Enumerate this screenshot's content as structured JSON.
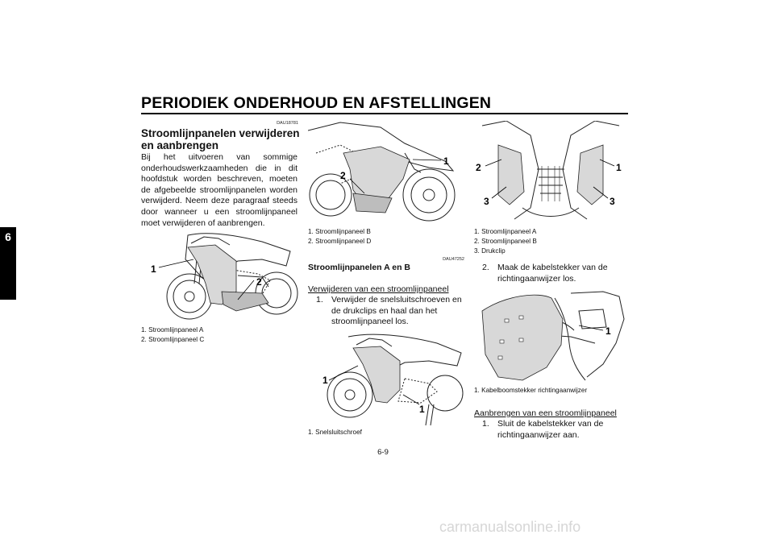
{
  "header": {
    "title": "PERIODIEK ONDERHOUD EN AFSTELLINGEN",
    "chapter_tab": "6"
  },
  "col1": {
    "code": "DAU18781",
    "heading_line1": "Stroomlijnpanelen verwijderen",
    "heading_line2": "en aanbrengen",
    "paragraph": "Bij het uitvoeren van sommige onderhoudswerkzaamheden die in dit hoofdstuk worden beschreven, moeten de afgebeelde stroomlijnpanelen worden verwijderd. Neem deze paragraaf steeds door wanneer u een stroomlijnpaneel moet verwijderen of aanbrengen.",
    "figure": {
      "callout_1": "1",
      "callout_2": "2"
    },
    "captions": [
      "1. Stroomlijnpaneel A",
      "2. Stroomlijnpaneel C"
    ]
  },
  "col2": {
    "figure_top": {
      "callout_1": "1",
      "callout_2": "2"
    },
    "captions_top": [
      "1. Stroomlijnpaneel B",
      "2. Stroomlijnpaneel D"
    ],
    "code": "DAU47252",
    "heading": "Stroomlijnpanelen A en B",
    "subheading": "Verwijderen van een stroomlijnpaneel",
    "step1_num": "1.",
    "step1_text": "Verwijder de snelsluitschroeven en de drukclips en haal dan het stroomlijnpaneel los.",
    "figure_bottom": {
      "callout_1a": "1",
      "callout_1b": "1"
    },
    "captions_bottom": [
      "1. Snelsluitschroef"
    ]
  },
  "col3": {
    "figure_top": {
      "callout_2": "2",
      "callout_1": "1",
      "callout_3a": "3",
      "callout_3b": "3"
    },
    "captions_top": [
      "1. Stroomlijnpaneel A",
      "2. Stroomlijnpaneel B",
      "3. Drukclip"
    ],
    "step2_num": "2.",
    "step2_text": "Maak de kabelstekker van de richtingaanwijzer los.",
    "figure_bottom": {
      "callout_1": "1"
    },
    "captions_bottom": [
      "1. Kabelboomstekker richtingaanwijzer"
    ],
    "subheading": "Aanbrengen van een stroomlijnpaneel",
    "step_install_num": "1.",
    "step_install_text": "Sluit de kabelstekker van de richtingaanwijzer aan."
  },
  "footer": {
    "page": "6-9"
  },
  "watermark": "carmanualsonline.info"
}
